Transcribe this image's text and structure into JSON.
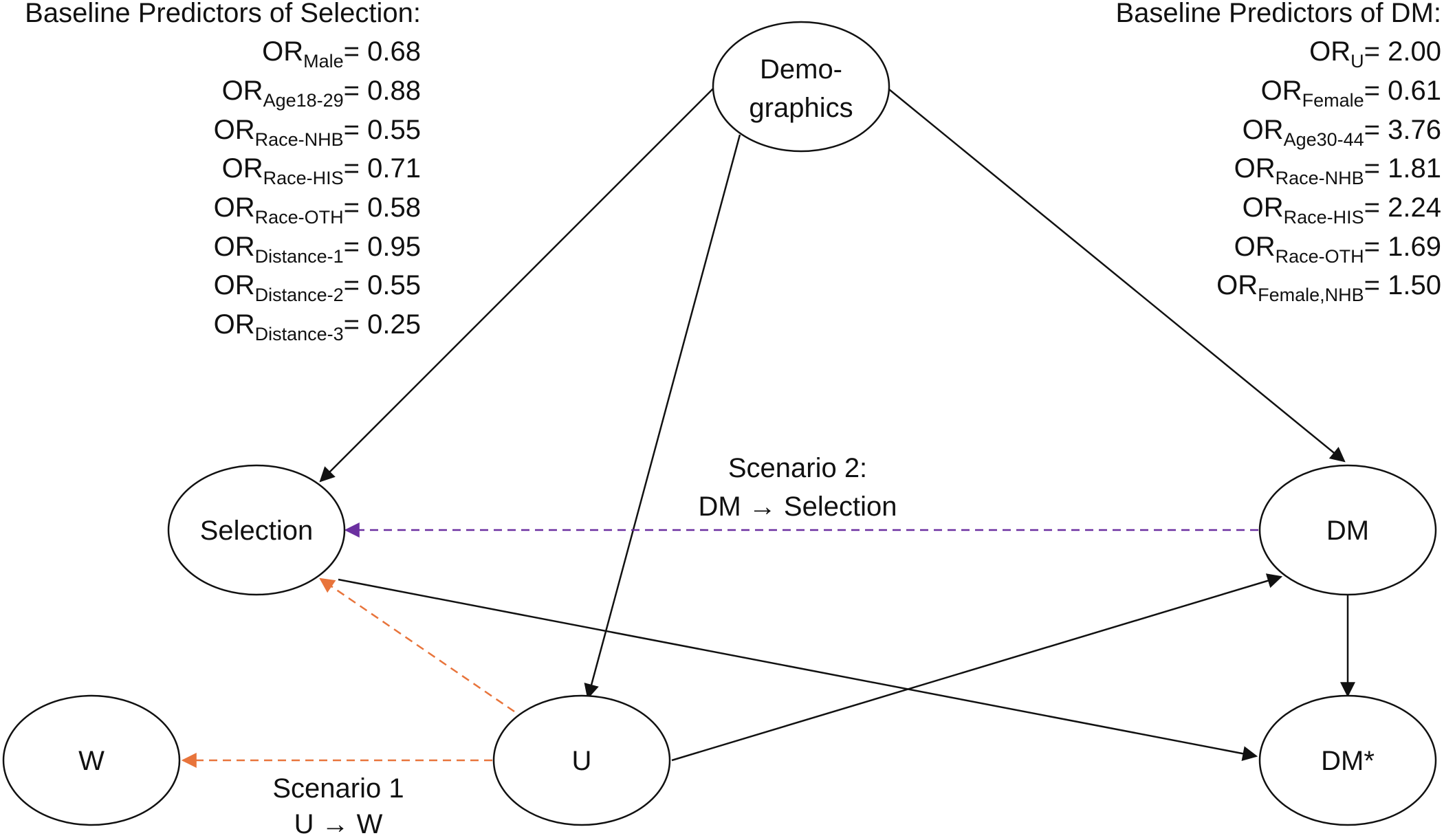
{
  "selection_panel": {
    "heading": "Baseline Predictors of Selection:",
    "rows": [
      {
        "base": "OR",
        "sub": "Male",
        "value": "= 0.68"
      },
      {
        "base": "OR",
        "sub": "Age18-29",
        "value": "= 0.88"
      },
      {
        "base": "OR",
        "sub": "Race-NHB",
        "value": "= 0.55"
      },
      {
        "base": "OR",
        "sub": "Race-HIS",
        "value": "= 0.71"
      },
      {
        "base": "OR",
        "sub": "Race-OTH",
        "value": "= 0.58"
      },
      {
        "base": "OR",
        "sub": "Distance-1",
        "value": "= 0.95"
      },
      {
        "base": "OR",
        "sub": "Distance-2",
        "value": "= 0.55"
      },
      {
        "base": "OR",
        "sub": "Distance-3",
        "value": "= 0.25"
      }
    ]
  },
  "dm_panel": {
    "heading": "Baseline Predictors of DM:",
    "rows": [
      {
        "base": "OR",
        "sub": "U",
        "value": "= 2.00"
      },
      {
        "base": "OR",
        "sub": "Female",
        "value": "= 0.61"
      },
      {
        "base": "OR",
        "sub": "Age30-44",
        "value": "= 3.76"
      },
      {
        "base": "OR",
        "sub": "Race-NHB",
        "value": "= 1.81"
      },
      {
        "base": "OR",
        "sub": "Race-HIS",
        "value": "= 2.24"
      },
      {
        "base": "OR",
        "sub": "Race-OTH",
        "value": "= 1.69"
      },
      {
        "base": "OR",
        "sub": "Female,NHB",
        "value": "= 1.50"
      }
    ]
  },
  "nodes": {
    "demographics": {
      "line1": "Demo-",
      "line2": "graphics"
    },
    "selection": {
      "label": "Selection"
    },
    "dm": {
      "label": "DM"
    },
    "dm_star": {
      "label": "DM*"
    },
    "u": {
      "label": "U"
    },
    "w": {
      "label": "W"
    }
  },
  "scenarios": {
    "scenario1": {
      "title": "Scenario 1",
      "relation": "U → W"
    },
    "scenario2": {
      "title": "Scenario 2:",
      "relation": "DM → Selection"
    }
  },
  "colors": {
    "edge_default": "#111111",
    "scenario1_edge": "#E8743B",
    "scenario2_edge": "#6B2FA0"
  }
}
